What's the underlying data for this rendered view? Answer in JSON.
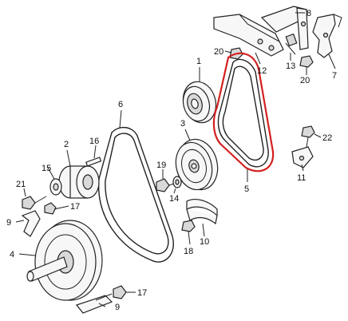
{
  "highlight_color": "#d42020",
  "callouts": [
    {
      "id": "c1",
      "text": "1"
    },
    {
      "id": "c2",
      "text": "2"
    },
    {
      "id": "c3",
      "text": "3"
    },
    {
      "id": "c4",
      "text": "4"
    },
    {
      "id": "c5",
      "text": "5"
    },
    {
      "id": "c6",
      "text": "6"
    },
    {
      "id": "c7",
      "text": "7"
    },
    {
      "id": "c8",
      "text": "8"
    },
    {
      "id": "c9a",
      "text": "9"
    },
    {
      "id": "c9b",
      "text": "9"
    },
    {
      "id": "c10",
      "text": "10"
    },
    {
      "id": "c11",
      "text": "11"
    },
    {
      "id": "c12",
      "text": "12"
    },
    {
      "id": "c13",
      "text": "13"
    },
    {
      "id": "c14",
      "text": "14"
    },
    {
      "id": "c15",
      "text": "15"
    },
    {
      "id": "c16",
      "text": "16"
    },
    {
      "id": "c17a",
      "text": "17"
    },
    {
      "id": "c17b",
      "text": "17"
    },
    {
      "id": "c18",
      "text": "18"
    },
    {
      "id": "c19",
      "text": "19"
    },
    {
      "id": "c20a",
      "text": "20"
    },
    {
      "id": "c20b",
      "text": "20"
    },
    {
      "id": "c21",
      "text": "21"
    },
    {
      "id": "c22",
      "text": "22"
    }
  ]
}
